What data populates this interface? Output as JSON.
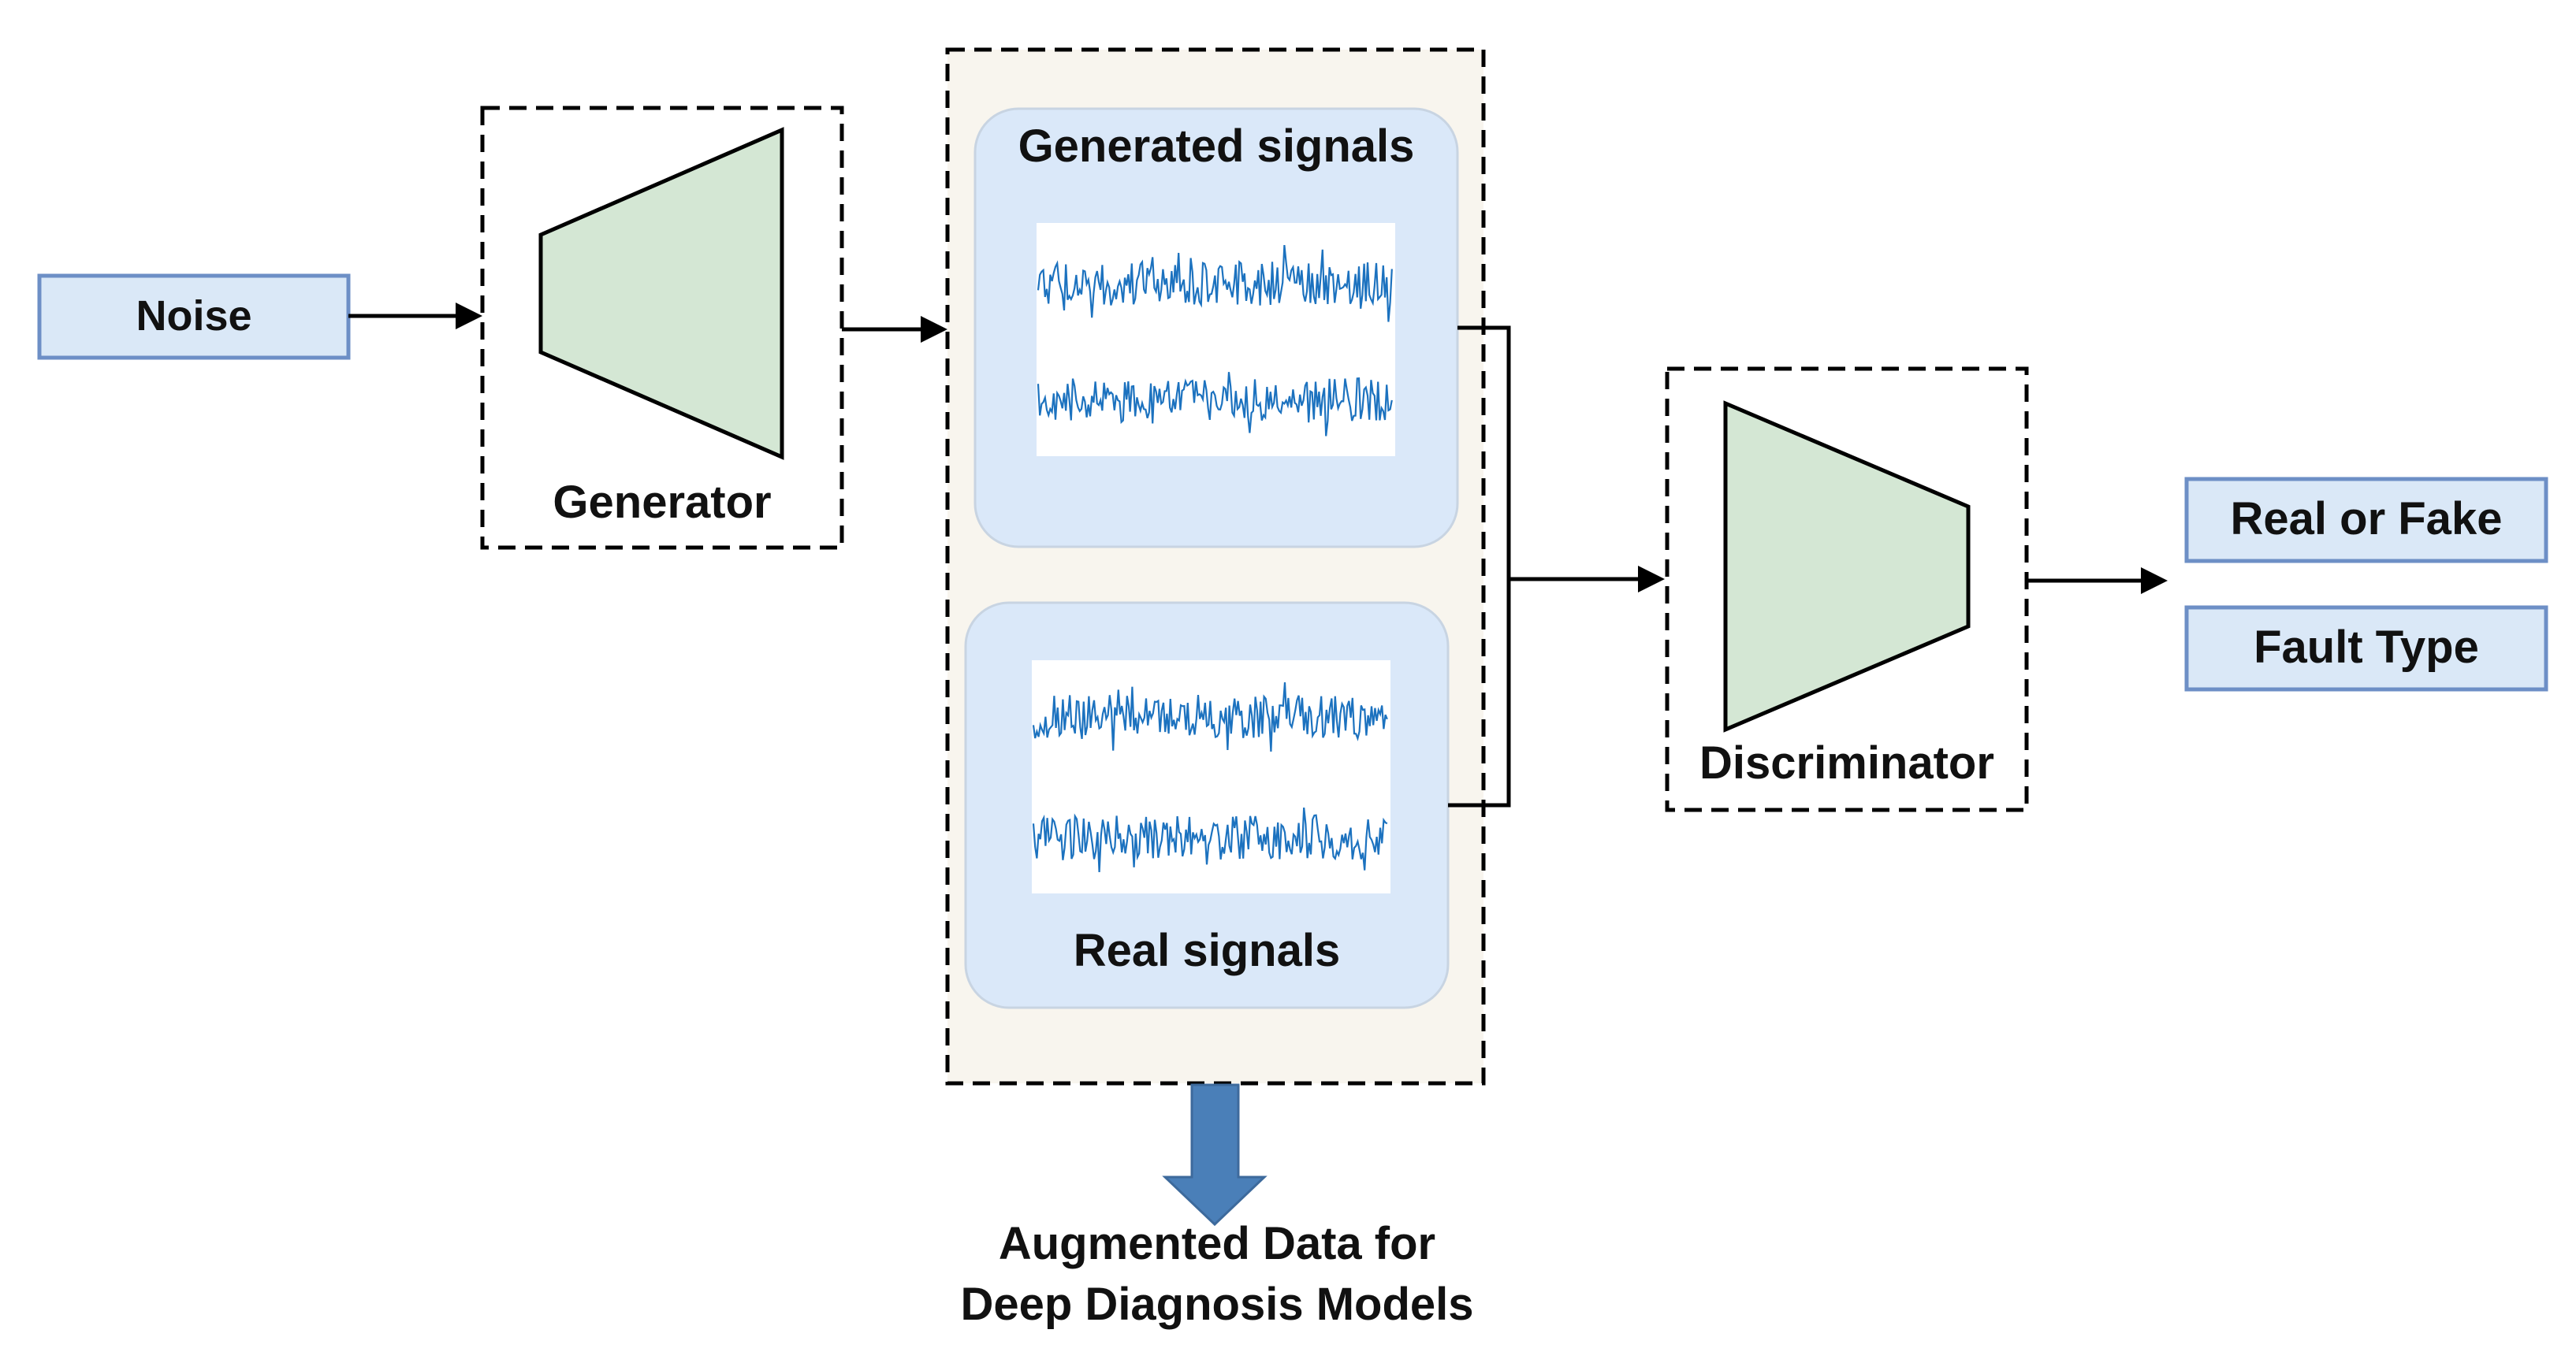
{
  "noise": {
    "label": "Noise"
  },
  "generator": {
    "label": "Generator"
  },
  "generated_signals": {
    "label": "Generated signals"
  },
  "real_signals": {
    "label": "Real signals"
  },
  "discriminator": {
    "label": "Discriminator"
  },
  "outputs": {
    "real_or_fake": "Real or Fake",
    "fault_type": "Fault Type"
  },
  "augmented": {
    "line1": "Augmented Data for",
    "line2": "Deep Diagnosis Models"
  },
  "colors": {
    "input_box_fill": "#dae8f7",
    "input_box_stroke": "#6d8fc6",
    "trapezoid_fill": "#d4e7d4",
    "signal_panel_fill": "#dae8f9",
    "container_fill": "#f8f5ee",
    "waveform": "#1c72bf",
    "down_arrow": "#4a7fb8"
  }
}
